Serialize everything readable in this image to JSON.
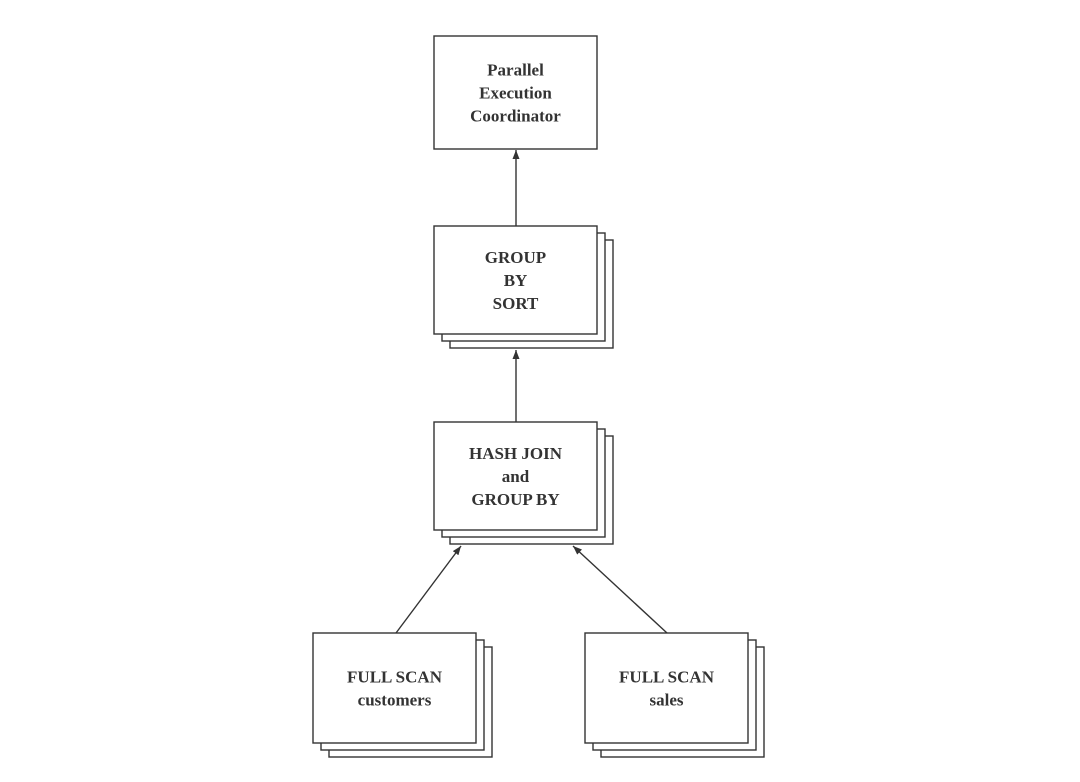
{
  "nodes": [
    {
      "id": "coordinator",
      "lines": [
        "Parallel",
        "Execution",
        "Coordinator"
      ],
      "stacked": false
    },
    {
      "id": "group-by-sort",
      "lines": [
        "GROUP",
        "BY",
        "SORT"
      ],
      "stacked": true
    },
    {
      "id": "hash-join-group-by",
      "lines": [
        "HASH JOIN",
        "and",
        "GROUP BY"
      ],
      "stacked": true
    },
    {
      "id": "full-scan-customers",
      "lines": [
        "FULL SCAN",
        "customers"
      ],
      "stacked": true
    },
    {
      "id": "full-scan-sales",
      "lines": [
        "FULL SCAN",
        "sales"
      ],
      "stacked": true
    }
  ],
  "edges": [
    {
      "from": "group-by-sort",
      "to": "coordinator"
    },
    {
      "from": "hash-join-group-by",
      "to": "group-by-sort"
    },
    {
      "from": "full-scan-customers",
      "to": "hash-join-group-by"
    },
    {
      "from": "full-scan-sales",
      "to": "hash-join-group-by"
    }
  ],
  "colors": {
    "stroke": "#333333",
    "text": "#333333",
    "fill": "#ffffff"
  }
}
